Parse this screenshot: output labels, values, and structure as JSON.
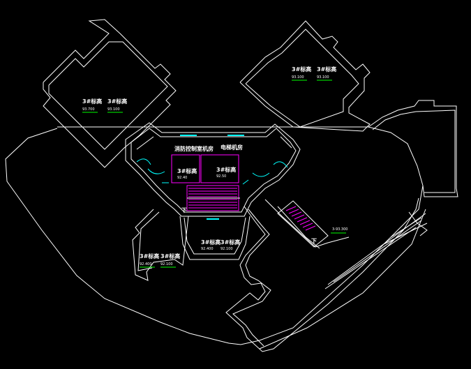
{
  "colors": {
    "background": "#000000",
    "walls": "#ffffff",
    "room_outline": "#ff00ff",
    "stairs": "#ff00ff",
    "windows": "#00ffff",
    "doors": "#00ffff",
    "level_underline": "#00ff00",
    "accent_yellow": "#ffff00"
  },
  "rooms": {
    "fire_pump_room": "消防控制室机房",
    "elevator_machine_room": "电梯机房"
  },
  "level_tags": {
    "top_left": {
      "a": "3#标高",
      "b": "3#标高",
      "a_val": "93.700",
      "b_val": "93.100"
    },
    "top_right": {
      "a": "3#标高",
      "b": "3#标高",
      "a_val": "93.100",
      "b_val": "93.100"
    },
    "center_room_a": {
      "a": "3#标高",
      "a_val": "92.40"
    },
    "center_room_b": {
      "a": "3#标高",
      "a_val": "92.50"
    },
    "lower_center": {
      "a": "3#标高",
      "b": "3#标高",
      "a_val": "92.400",
      "b_val": "92.100"
    },
    "lower_left": {
      "a": "3#标高",
      "b": "3#标高",
      "a_val": "92.400",
      "b_val": "92.100"
    },
    "right_stair": {
      "a_val": "3-93.300"
    }
  },
  "stair_marks": {
    "down_center": "下",
    "down_right": "下"
  }
}
